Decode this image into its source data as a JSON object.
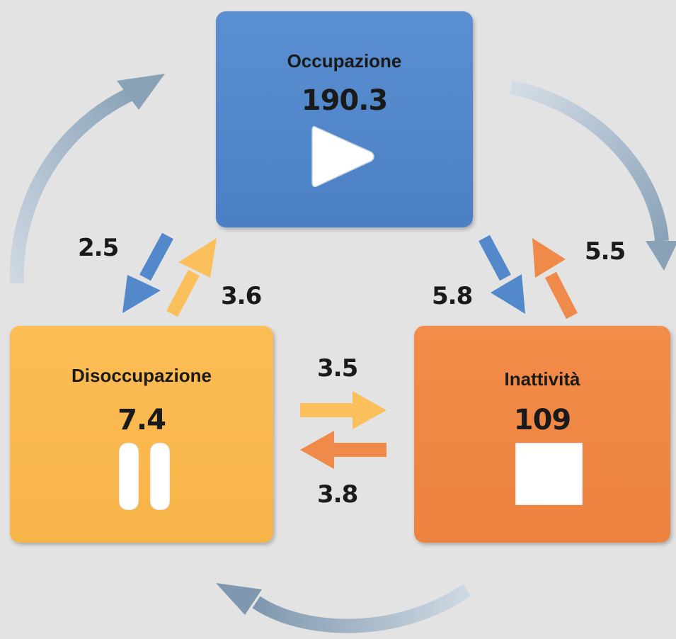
{
  "states": {
    "occupazione": {
      "title": "Occupazione",
      "value": "190.3",
      "color": "#5388cb",
      "icon": "play-icon"
    },
    "disoccupazione": {
      "title": "Disoccupazione",
      "value": "7.4",
      "color": "#fab84e",
      "icon": "pause-icon"
    },
    "inattivita": {
      "title": "Inattività",
      "value": "109",
      "color": "#f08844",
      "icon": "stop-icon"
    }
  },
  "flows": {
    "disoccupazione_to_occupazione": "3.6",
    "occupazione_to_disoccupazione": "2.5",
    "occupazione_to_inattivita": "5.8",
    "inattivita_to_occupazione": "5.5",
    "disoccupazione_to_inattivita": "3.5",
    "inattivita_to_disoccupazione": "3.8"
  },
  "colors": {
    "background": "#e3e3e3",
    "cycle_arrow": "#8ea6bd",
    "blue_arrow": "#5388cb",
    "yellow_arrow": "#fbbf5c",
    "orange_arrow": "#ef8a4a"
  }
}
